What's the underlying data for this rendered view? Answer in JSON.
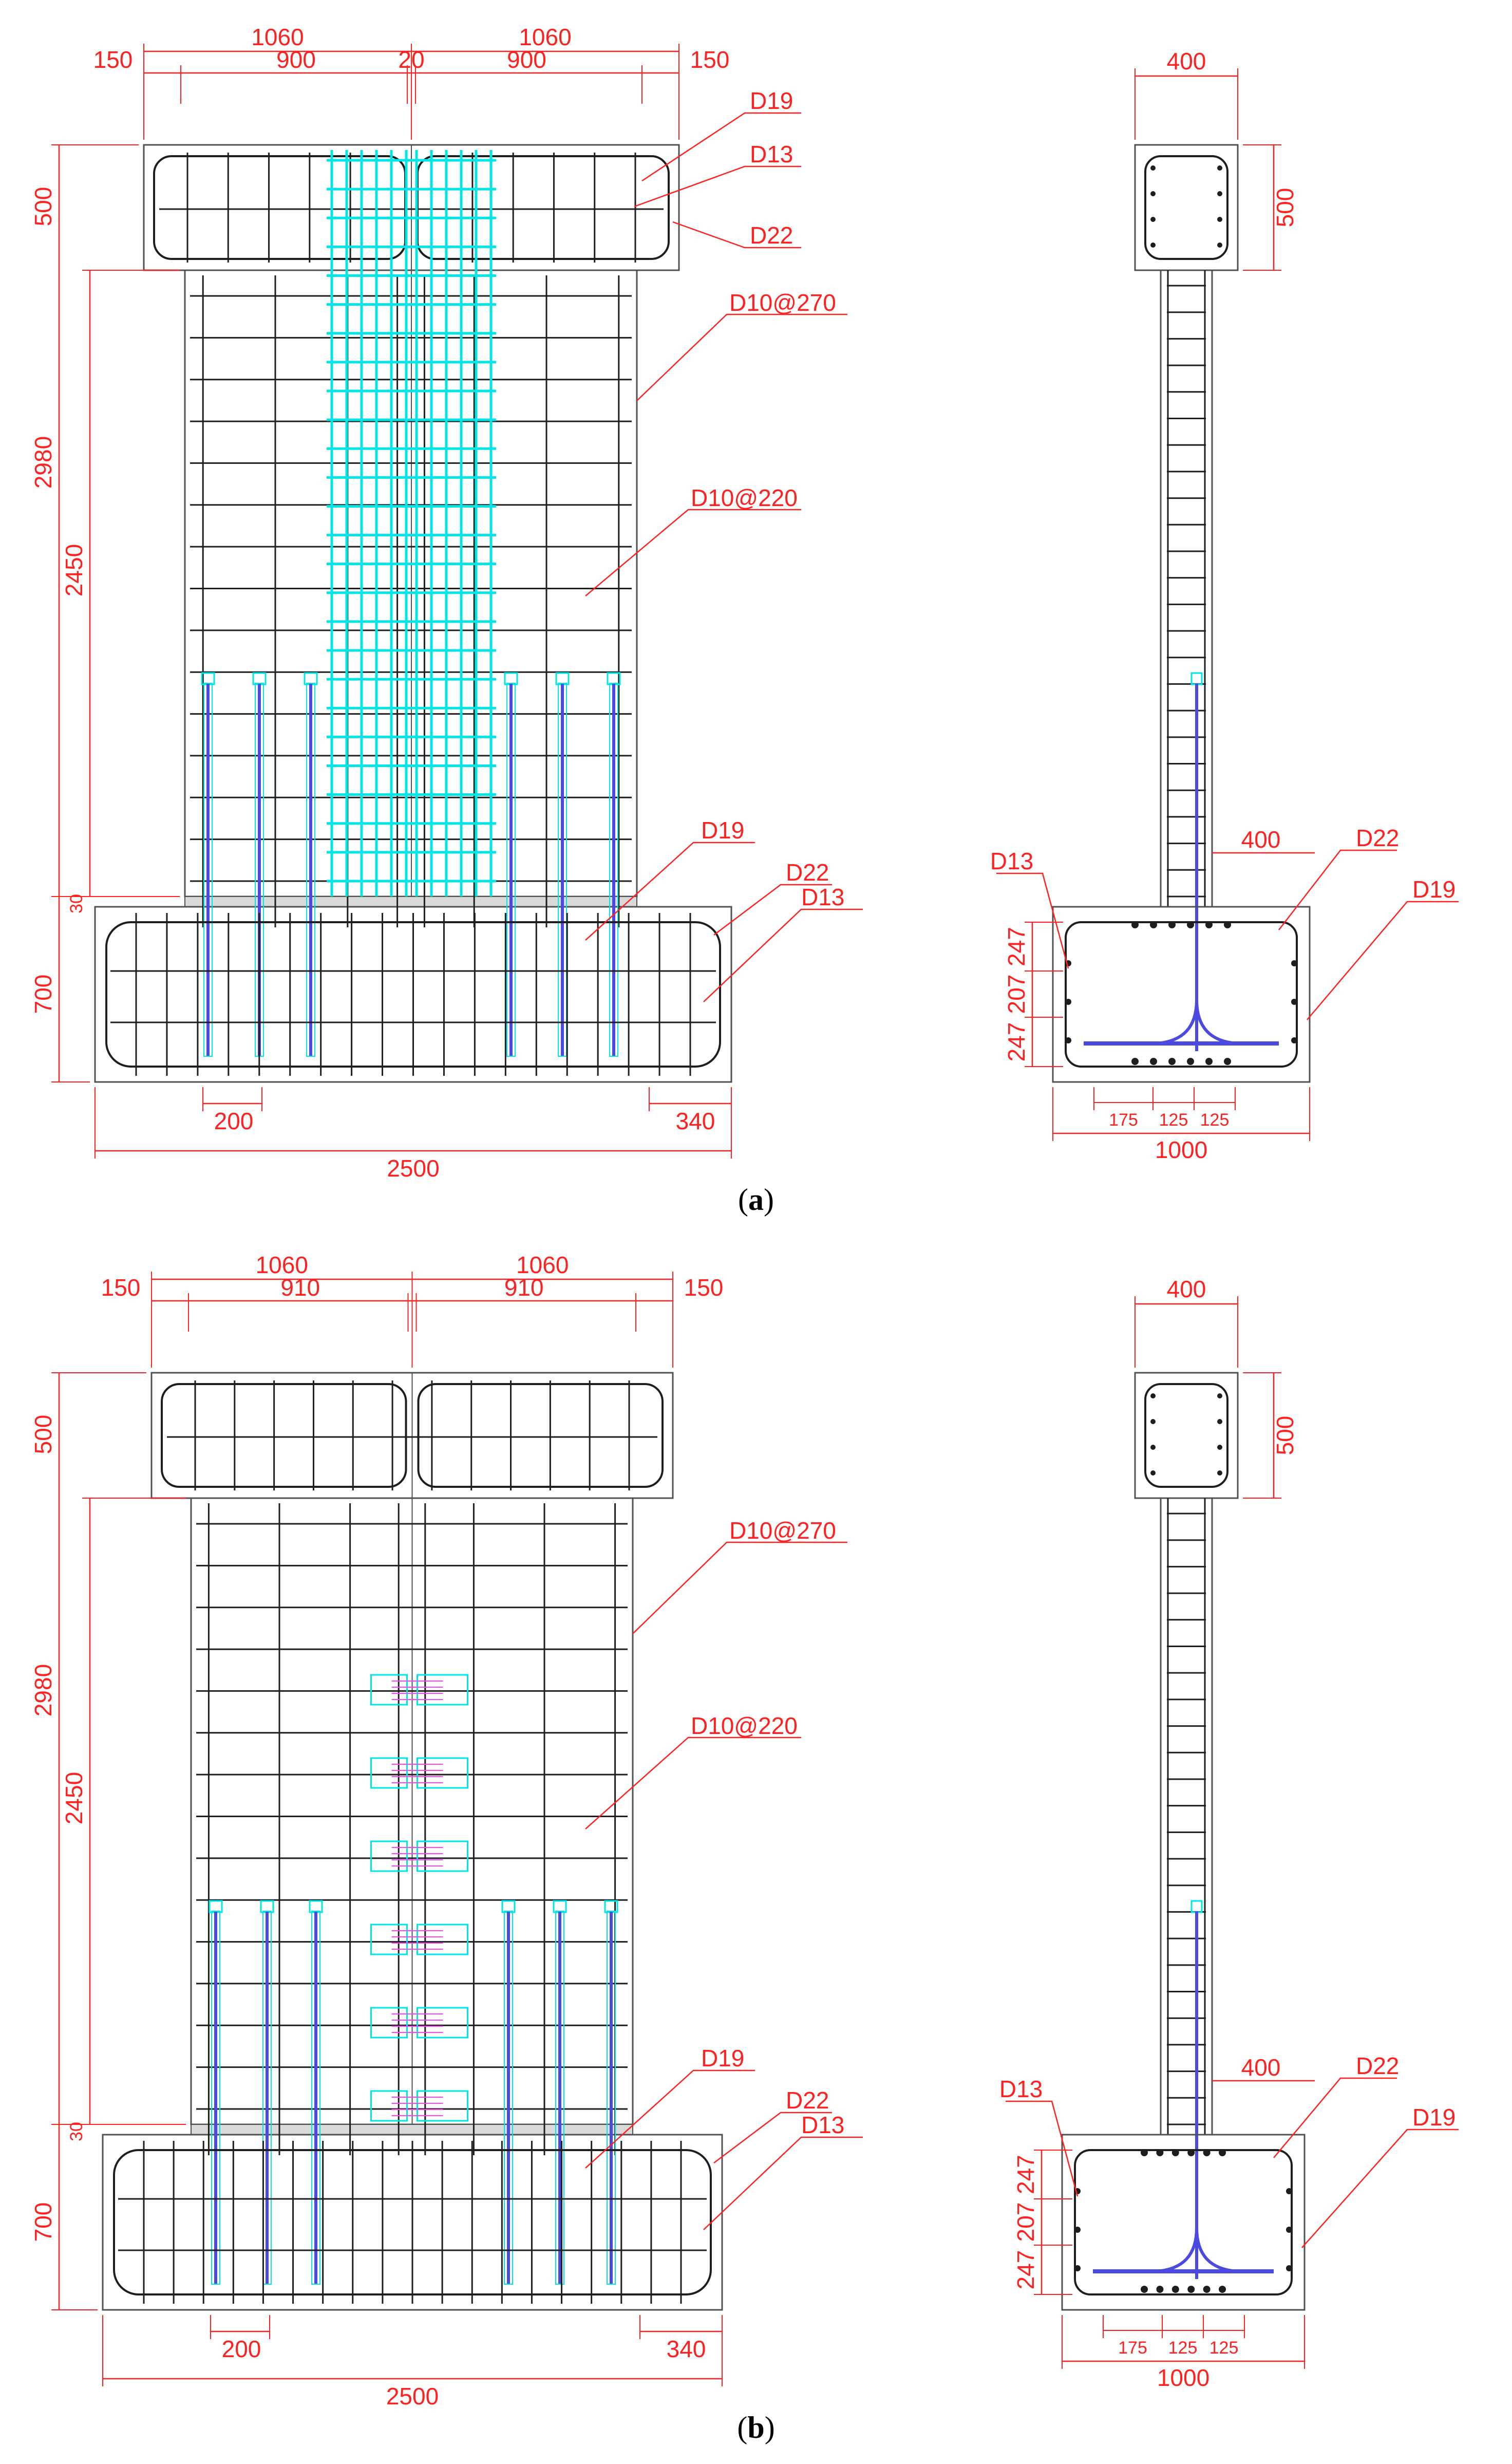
{
  "figure": {
    "panels": [
      {
        "caption_letter": "a",
        "elevation_dims": {
          "top_half_a": "1060",
          "top_half_b": "1060",
          "edge_left": "150",
          "inner_left": "900",
          "gap": "20",
          "inner_right": "900",
          "edge_right": "150",
          "height_total": "2980",
          "height_wall": "2450",
          "height_cap": "500",
          "height_joint": "30",
          "height_base": "700",
          "bar_space": "200",
          "edge_base": "340",
          "base_width": "2500"
        },
        "elevation_labels": {
          "cap_bar1": "D19",
          "cap_bar2": "D13",
          "cap_bar3": "D22",
          "horiz": "D10@270",
          "vert": "D10@220",
          "base_bar1": "D19",
          "base_bar2": "D22",
          "base_bar3": "D13"
        },
        "section_dims": {
          "top_width": "400",
          "top_height": "500",
          "web_width": "400",
          "base_w": "1000",
          "h1": "247",
          "h2": "207",
          "h3": "247",
          "s1": "175",
          "s2": "125",
          "s3": "125"
        },
        "section_labels": {
          "l1": "D13",
          "l2": "D22",
          "l3": "D19"
        }
      },
      {
        "caption_letter": "b",
        "elevation_dims": {
          "top_half_a": "1060",
          "top_half_b": "1060",
          "edge_left": "150",
          "inner_left": "910",
          "inner_right": "910",
          "edge_right": "150",
          "height_total": "2980",
          "height_wall": "2450",
          "height_cap": "500",
          "height_joint": "30",
          "height_base": "700",
          "bar_space": "200",
          "edge_base": "340",
          "base_width": "2500"
        },
        "elevation_labels": {
          "horiz": "D10@270",
          "vert": "D10@220",
          "base_bar1": "D19",
          "base_bar2": "D22",
          "base_bar3": "D13"
        },
        "section_dims": {
          "top_width": "400",
          "top_height": "500",
          "web_width": "400",
          "base_w": "1000",
          "h1": "247",
          "h2": "207",
          "h3": "247",
          "s1": "175",
          "s2": "125",
          "s3": "125"
        },
        "section_labels": {
          "l1": "D13",
          "l2": "D22",
          "l3": "D19"
        }
      }
    ],
    "colors": {
      "dimension": "#ff2020",
      "outline": "#505050",
      "rebar": "#1e1e1e",
      "frp_cyan": "#00e5e5",
      "anchor_blue": "#4a4ae0",
      "connector_magenta": "#ff40ff"
    }
  }
}
